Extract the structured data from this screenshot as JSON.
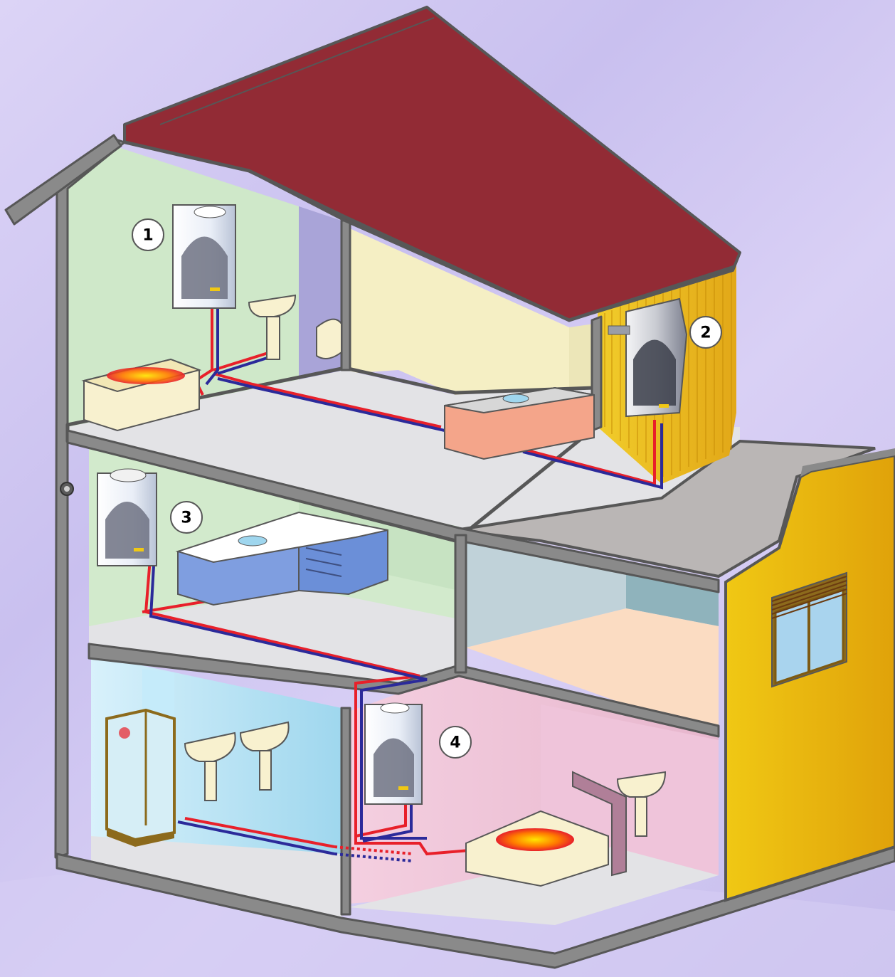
{
  "callouts": [
    {
      "id": "1",
      "label": "1"
    },
    {
      "id": "2",
      "label": "2"
    },
    {
      "id": "3",
      "label": "3"
    },
    {
      "id": "4",
      "label": "4"
    }
  ],
  "colors": {
    "roof": "#922b35",
    "wall_outline": "#575757",
    "hot_pipe": "#e8202a",
    "cold_pipe": "#2b2a9a",
    "background": "#d3caf3",
    "exterior_wall": "#e9b60a"
  }
}
